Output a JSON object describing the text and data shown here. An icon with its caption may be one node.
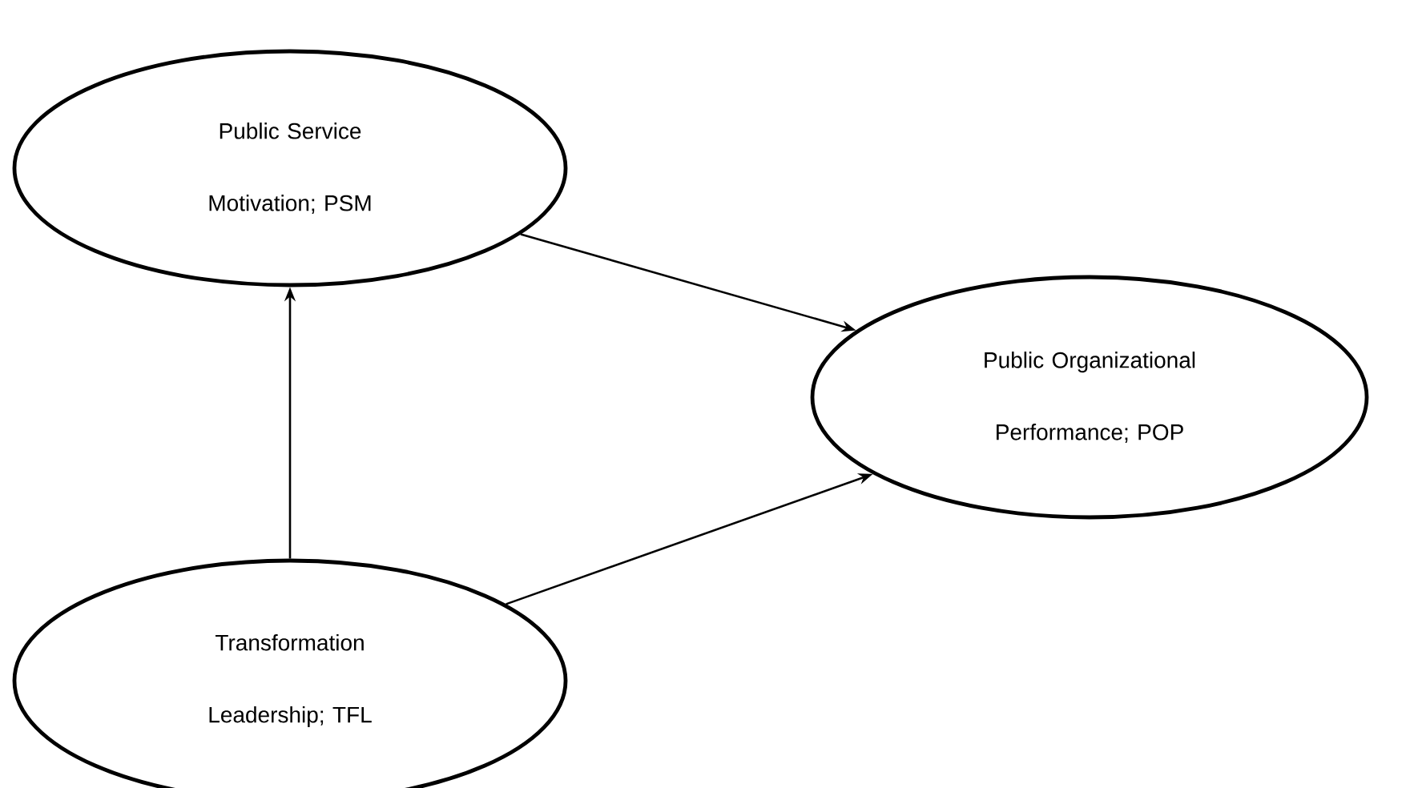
{
  "diagram": {
    "nodes": [
      {
        "text": [
          "Public Service Motivation; PSM"
        ]
      },
      {
        "text": [
          "Public Organizational Performance; POP"
        ]
      },
      {
        "text": [
          "Transformation Leadership; TFL"
        ]
      }
    ],
    "edges": [
      {
        "from": 2,
        "to": 0,
        "arrow": "to"
      },
      {
        "from": 0,
        "to": 1,
        "arrow": "to"
      },
      {
        "from": 2,
        "to": 1,
        "arrow": "to"
      }
    ]
  }
}
